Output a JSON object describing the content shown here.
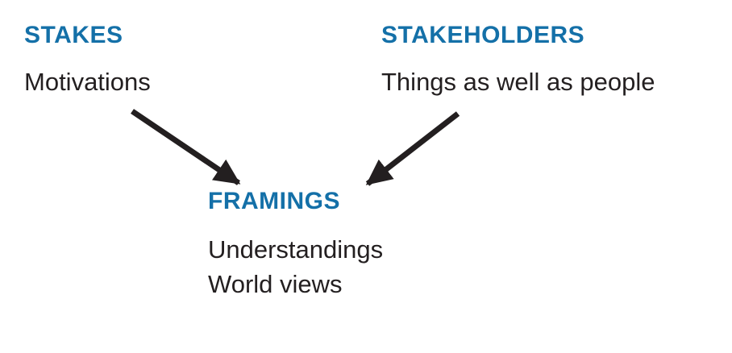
{
  "diagram": {
    "colors": {
      "heading_blue": "#1470A8",
      "text_black": "#231F20",
      "arrow_black": "#231F20",
      "background": "#FFFFFF"
    },
    "nodes": [
      {
        "id": "stakes",
        "title": "STAKES",
        "lines": [
          "Motivations"
        ]
      },
      {
        "id": "stakeholders",
        "title": "STAKEHOLDERS",
        "lines": [
          "Things as well as people"
        ]
      },
      {
        "id": "framings",
        "title": "FRAMINGS",
        "lines": [
          "Understandings",
          "World views"
        ]
      }
    ],
    "edges": [
      {
        "from": "STAKES",
        "to": "FRAMINGS",
        "direction": "down-right"
      },
      {
        "from": "STAKEHOLDERS",
        "to": "FRAMINGS",
        "direction": "down-left"
      }
    ]
  }
}
